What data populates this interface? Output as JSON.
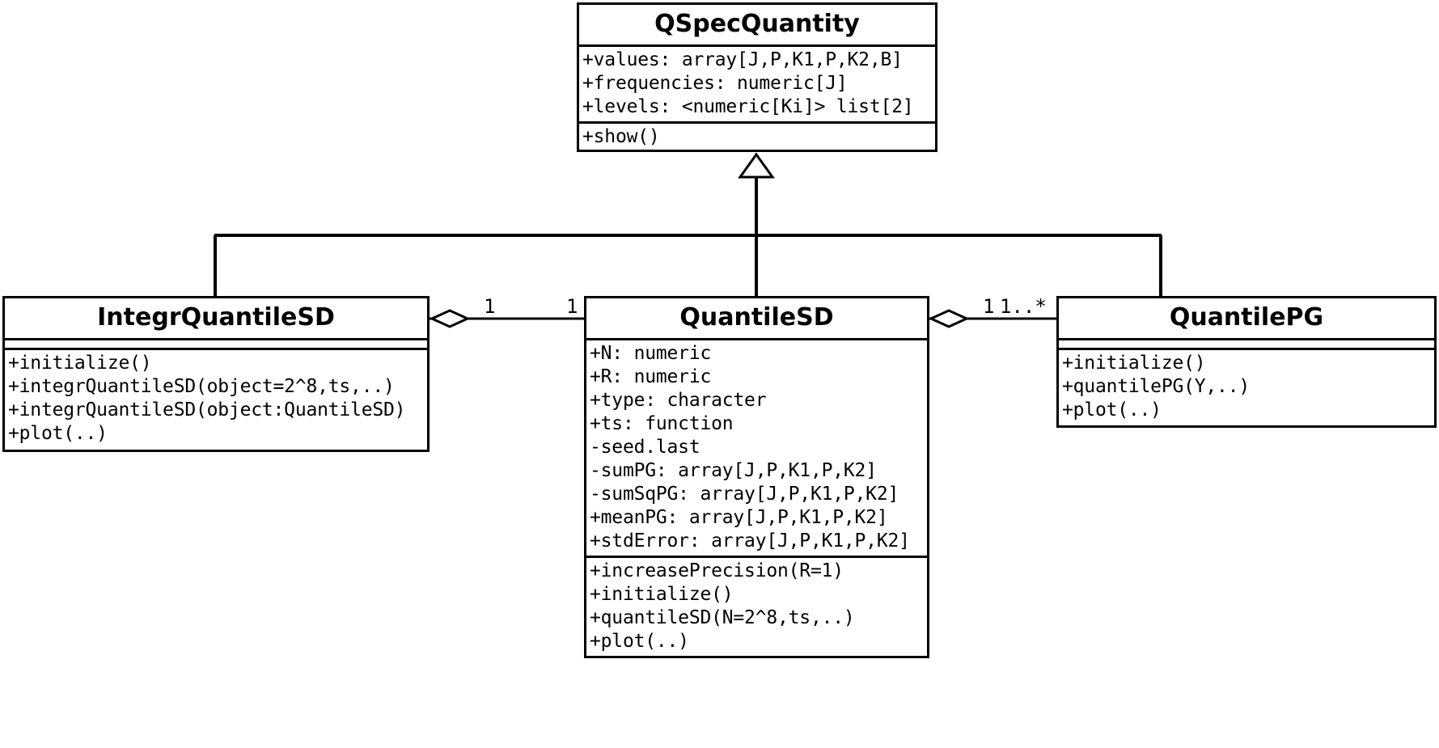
{
  "diagram": {
    "type": "uml-class-diagram",
    "stroke_color": "#000000",
    "fill_color": "#ffffff"
  },
  "classes": {
    "qspecquantity": {
      "name": "QSpecQuantity",
      "attributes": [
        "+values: array[J,P,K1,P,K2,B]",
        "+frequencies: numeric[J]",
        "+levels: <numeric[Ki]> list[2]"
      ],
      "methods": [
        "+show()"
      ]
    },
    "integrquantilesd": {
      "name": "IntegrQuantileSD",
      "attributes": [],
      "methods": [
        "+initialize()",
        "+integrQuantileSD(object=2^8,ts,..)",
        "+integrQuantileSD(object:QuantileSD)",
        "+plot(..)"
      ]
    },
    "quantilesd": {
      "name": "QuantileSD",
      "attributes": [
        "+N: numeric",
        "+R: numeric",
        "+type: character",
        "+ts: function",
        "-seed.last",
        "-sumPG: array[J,P,K1,P,K2]",
        "-sumSqPG: array[J,P,K1,P,K2]",
        "+meanPG: array[J,P,K1,P,K2]",
        "+stdError: array[J,P,K1,P,K2]"
      ],
      "methods": [
        "+increasePrecision(R=1)",
        "+initialize()",
        "+quantileSD(N=2^8,ts,..)",
        "+plot(..)"
      ]
    },
    "quantilepg": {
      "name": "QuantilePG",
      "attributes": [],
      "methods": [
        "+initialize()",
        "+quantilePG(Y,..)",
        "+plot(..)"
      ]
    }
  },
  "relations": {
    "generalization_label": "",
    "left_assoc_source_mult": "1",
    "left_assoc_target_mult": "1",
    "right_assoc_source_mult": "1",
    "right_assoc_target_mult": "1..*"
  }
}
